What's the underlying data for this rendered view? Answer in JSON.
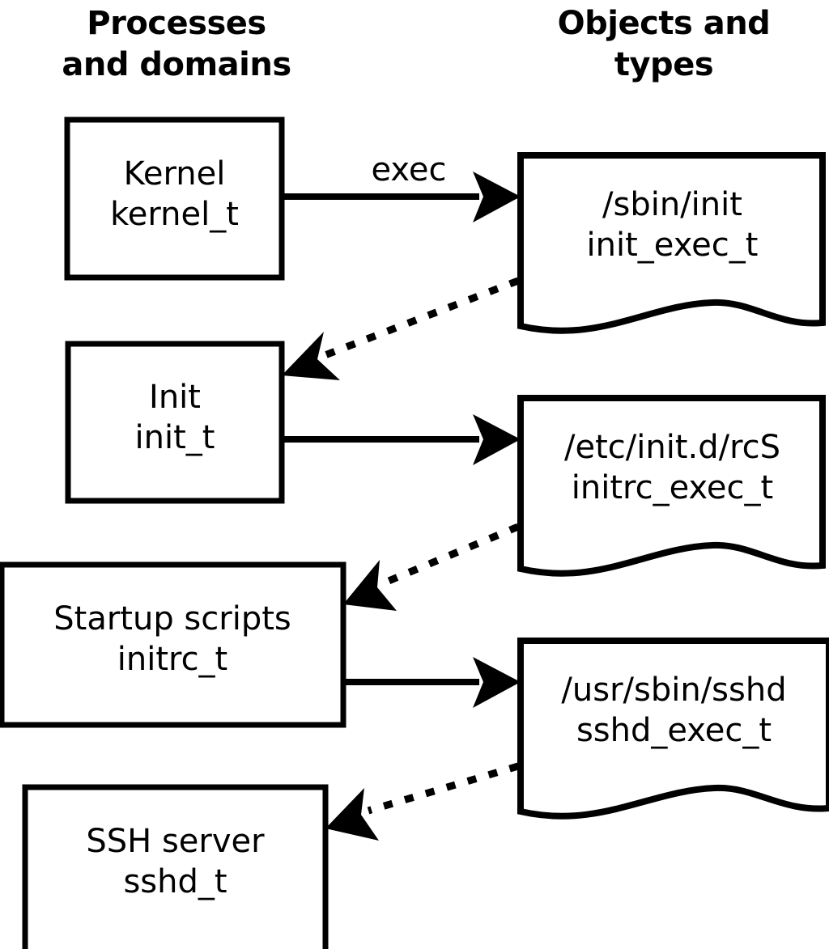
{
  "headers": {
    "left": "Processes\nand domains",
    "right": "Objects and\ntypes"
  },
  "domains": [
    {
      "id": "kernel",
      "name": "Kernel",
      "type": "kernel_t"
    },
    {
      "id": "init",
      "name": "Init",
      "type": "init_t"
    },
    {
      "id": "initrc",
      "name": "Startup scripts",
      "type": "initrc_t"
    },
    {
      "id": "sshd",
      "name": "SSH server",
      "type": "sshd_t"
    }
  ],
  "objects": [
    {
      "id": "init-exec",
      "path": "/sbin/init",
      "type": "init_exec_t"
    },
    {
      "id": "initrc-exec",
      "path": "/etc/init.d/rcS",
      "type": "initrc_exec_t"
    },
    {
      "id": "sshd-exec",
      "path": "/usr/sbin/sshd",
      "type": "sshd_exec_t"
    }
  ],
  "edges": [
    {
      "id": "kernel-exec-init",
      "from": "kernel",
      "to": "init-exec",
      "label": "exec",
      "style": "solid"
    },
    {
      "id": "init-exec-transition",
      "from": "init-exec",
      "to": "init",
      "label": "",
      "style": "dotted"
    },
    {
      "id": "init-exec-initrc",
      "from": "init",
      "to": "initrc-exec",
      "label": "",
      "style": "solid"
    },
    {
      "id": "initrc-transition",
      "from": "initrc-exec",
      "to": "initrc",
      "label": "",
      "style": "dotted"
    },
    {
      "id": "initrc-exec-sshd",
      "from": "initrc",
      "to": "sshd-exec",
      "label": "",
      "style": "solid"
    },
    {
      "id": "sshd-transition",
      "from": "sshd-exec",
      "to": "sshd",
      "label": "",
      "style": "dotted"
    }
  ],
  "colors": {
    "stroke": "#000000",
    "fill": "#ffffff",
    "text": "#000000"
  }
}
